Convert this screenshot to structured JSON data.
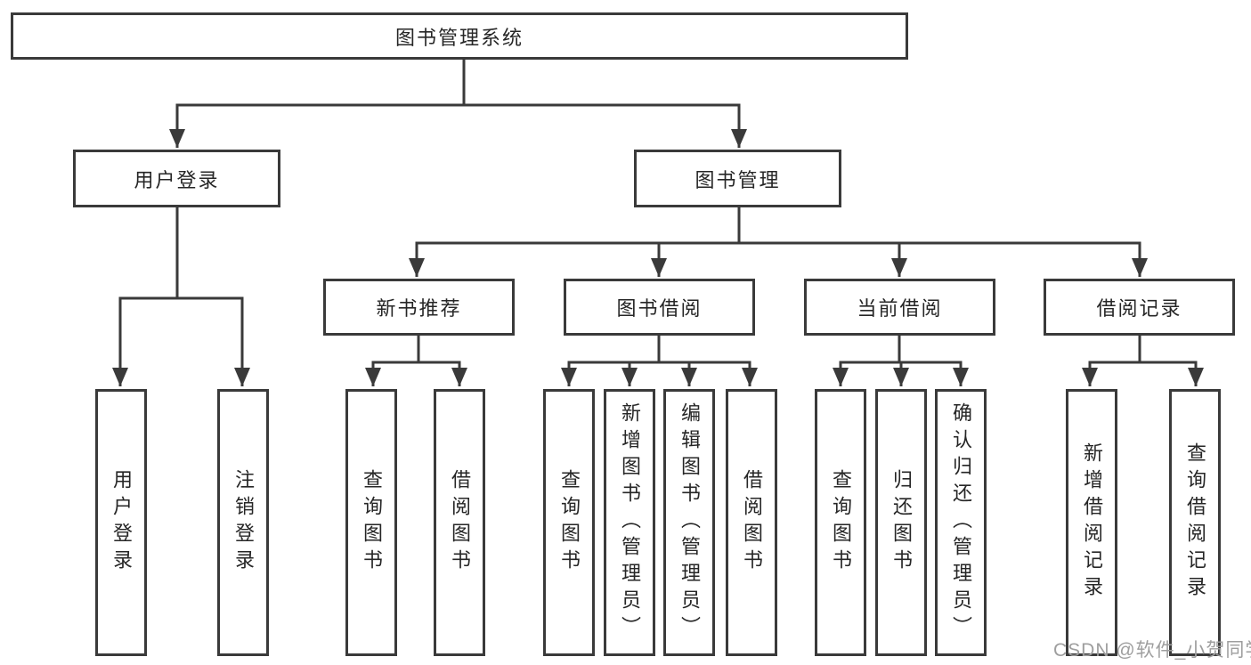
{
  "watermark": "CSDN @软件_小贺同学",
  "colors": {
    "line": "#3a3a3a",
    "box_border": "#3a3a3a",
    "text": "#262626",
    "watermark": "#9e9e9e",
    "background": "#ffffff"
  },
  "tree": {
    "root": "图书管理系统",
    "children": [
      {
        "label": "用户登录",
        "children": [
          "用户登录",
          "注销登录"
        ]
      },
      {
        "label": "图书管理",
        "children": [
          {
            "label": "新书推荐",
            "children": [
              "查询图书",
              "借阅图书"
            ]
          },
          {
            "label": "图书借阅",
            "children": [
              "查询图书",
              "新增图书（管理员）",
              "编辑图书（管理员）",
              "借阅图书"
            ]
          },
          {
            "label": "当前借阅",
            "children": [
              "查询图书",
              "归还图书",
              "确认归还（管理员）"
            ]
          },
          {
            "label": "借阅记录",
            "children": [
              "新增借阅记录",
              "查询借阅记录"
            ]
          }
        ]
      }
    ]
  }
}
